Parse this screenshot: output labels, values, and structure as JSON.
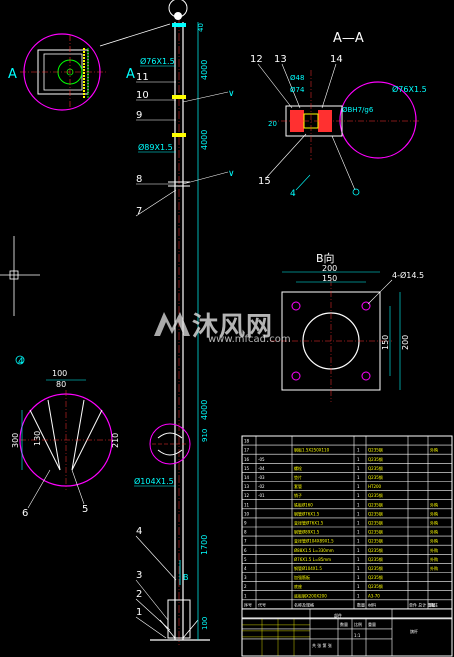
{
  "section_aa": {
    "title": "A—A",
    "callouts": [
      "12",
      "13",
      "14",
      "15"
    ],
    "dims": [
      "Ø48",
      "Ø74",
      "Ø76X1.5",
      "ØBH7/g6",
      "20"
    ],
    "marker": "4"
  },
  "view_b": {
    "title": "B向",
    "dims": [
      "200",
      "150",
      "150",
      "200"
    ],
    "hole": "4-Ø14.5"
  },
  "pole": {
    "pipe_top": "Ø76X1.5",
    "pipe_mid": "Ø89X1.5",
    "pipe_bottom": "Ø104X1.5",
    "callouts": [
      "11",
      "10",
      "9",
      "8",
      "7",
      "4",
      "3",
      "2",
      "1"
    ],
    "vertical_dims": [
      "40",
      "4000",
      "4000",
      "4000",
      "1700",
      "100",
      "910"
    ],
    "cut_mark": "A",
    "arrow_mark": "B"
  },
  "detail_left": {
    "marker": "4",
    "dims": [
      "100",
      "80",
      "300",
      "130",
      "210"
    ],
    "callouts": [
      "6",
      "5"
    ]
  },
  "bom": {
    "rows": [
      {
        "no": "18",
        "code": "",
        "name": "",
        "qty": "",
        "mat": "",
        "note": ""
      },
      {
        "no": "17",
        "code": "",
        "name": "钢板1.5X250X110",
        "qty": "1",
        "mat": "Q235钢",
        "note": "外购"
      },
      {
        "no": "16",
        "code": "-05",
        "name": "",
        "qty": "1",
        "mat": "Q235钢",
        "note": ""
      },
      {
        "no": "15",
        "code": "-04",
        "name": "螺栓",
        "qty": "1",
        "mat": "Q235钢",
        "note": ""
      },
      {
        "no": "14",
        "code": "-03",
        "name": "垫片",
        "qty": "1",
        "mat": "Q235钢",
        "note": ""
      },
      {
        "no": "13",
        "code": "-02",
        "name": "套管",
        "qty": "1",
        "mat": "HT200",
        "note": ""
      },
      {
        "no": "12",
        "code": "-01",
        "name": "销子",
        "qty": "1",
        "mat": "Q235钢",
        "note": ""
      },
      {
        "no": "11",
        "code": "",
        "name": "铁板Ø160",
        "qty": "1",
        "mat": "Q235钢",
        "note": "外购"
      },
      {
        "no": "10",
        "code": "",
        "name": "钢管Ø76X1.5",
        "qty": "1",
        "mat": "Q235钢",
        "note": "外购"
      },
      {
        "no": "9",
        "code": "",
        "name": "变径管Ø76X1.5",
        "qty": "1",
        "mat": "Q235钢",
        "note": "外购"
      },
      {
        "no": "8",
        "code": "",
        "name": "钢管Ø89X1.5",
        "qty": "1",
        "mat": "Q235钢",
        "note": "外购"
      },
      {
        "no": "7",
        "code": "",
        "name": "变径管Ø104X89X1.5",
        "qty": "1",
        "mat": "Q235钢",
        "note": "外购"
      },
      {
        "no": "6",
        "code": "",
        "name": "Ø88X1.5 L=330mm",
        "qty": "1",
        "mat": "Q235钢",
        "note": "外购"
      },
      {
        "no": "5",
        "code": "",
        "name": "Ø76X1.5 L=85mm",
        "qty": "1",
        "mat": "Q235钢",
        "note": "外购"
      },
      {
        "no": "4",
        "code": "",
        "name": "钢管Ø104X1.5",
        "qty": "1",
        "mat": "Q235钢",
        "note": "外购"
      },
      {
        "no": "3",
        "code": "",
        "name": "加强筋板",
        "qty": "1",
        "mat": "Q235钢",
        "note": ""
      },
      {
        "no": "2",
        "code": "",
        "name": "底座",
        "qty": "1",
        "mat": "Q235钢",
        "note": ""
      },
      {
        "no": "1",
        "code": "",
        "name": "底板钢X200X200",
        "qty": "1",
        "mat": "A3-70",
        "note": ""
      }
    ],
    "header": {
      "no": "序号",
      "code": "代号",
      "name": "名称及规格",
      "qty": "数量",
      "mat": "材料",
      "weight": "单件 总计 重量",
      "note": "备注"
    },
    "title_block": {
      "part": "部件",
      "scale": "1:1",
      "drawing": "旗杆",
      "label_scale": "比例",
      "label_count": "数量",
      "label_weight": "重量",
      "label_sheet": "共 张 第 张"
    }
  },
  "watermark": {
    "brand": "沐风网",
    "url": "www.mfcad.com"
  },
  "colors": {
    "bg": "#000000",
    "white": "#FFFFFF",
    "cyan": "#00FFFF",
    "yellow": "#FFFF00",
    "magenta": "#FF00FF",
    "red": "#FF3030",
    "green": "#00FF00"
  }
}
